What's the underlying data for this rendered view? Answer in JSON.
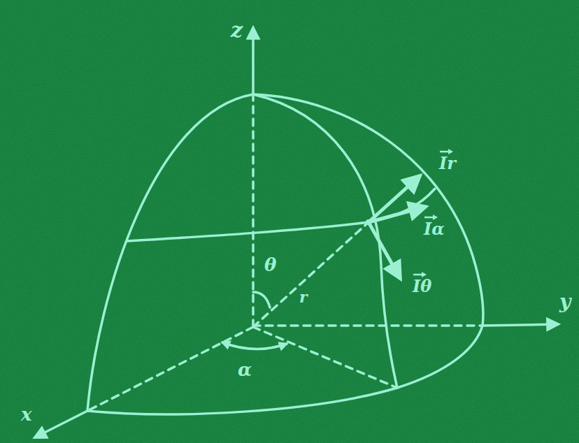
{
  "diagram": {
    "labels": [
      "z",
      "y",
      "x",
      "θ",
      "r",
      "α",
      "Ir",
      "Iα",
      "Iθ"
    ]
  }
}
